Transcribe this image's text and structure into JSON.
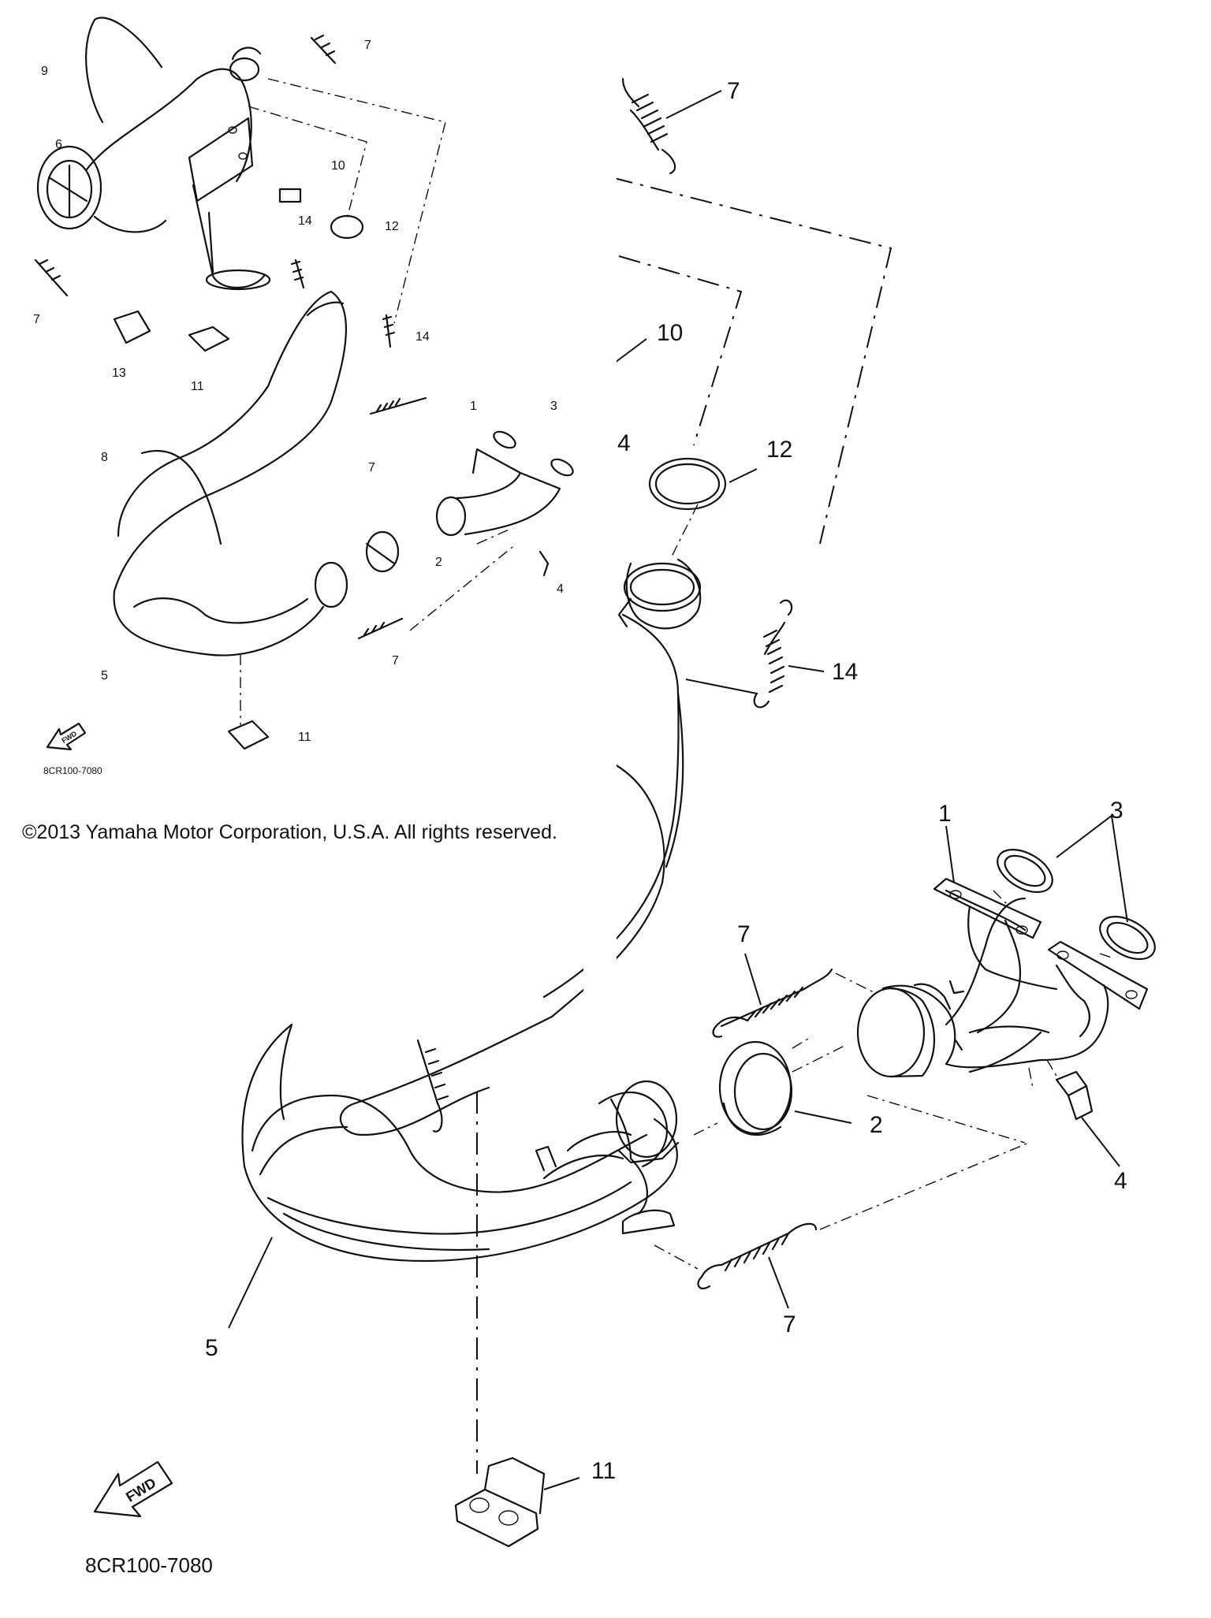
{
  "copyright": "©2013 Yamaha Motor Corporation, U.S.A. All rights reserved.",
  "diagram_code": "8CR100-7080",
  "fwd_label": "FWD",
  "callouts": {
    "c1": "1",
    "c2": "2",
    "c3": "3",
    "c4": "4",
    "c5": "5",
    "c6": "6",
    "c7": "7",
    "c8": "8",
    "c9": "9",
    "c10": "10",
    "c11": "11",
    "c12": "12",
    "c13": "13",
    "c14": "14"
  }
}
